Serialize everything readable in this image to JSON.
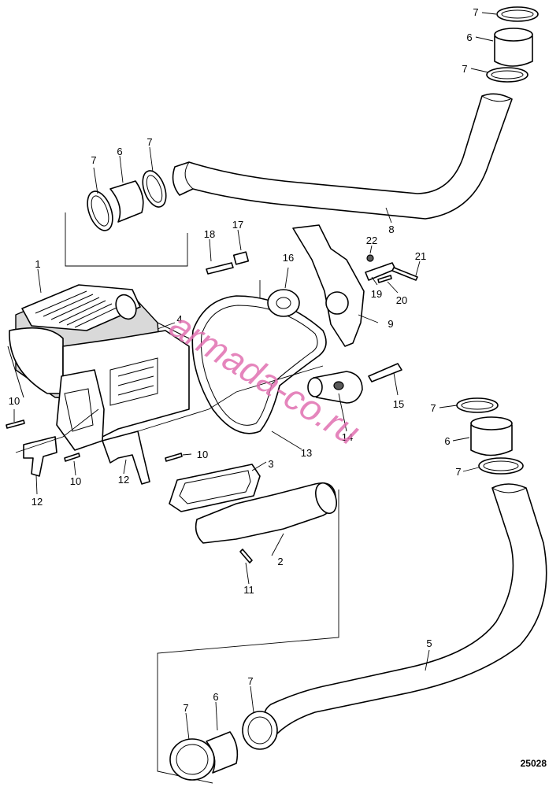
{
  "drawing_number": "25028",
  "watermark": {
    "text": "armada-co.ru",
    "color": "#e070b0"
  },
  "callouts": {
    "n1": "1",
    "n2": "2",
    "n3": "3",
    "n4": "4",
    "n5": "5",
    "n6a": "6",
    "n6b": "6",
    "n6c": "6",
    "n6d": "6",
    "n7a": "7",
    "n7b": "7",
    "n7c": "7",
    "n7d": "7",
    "n7e": "7",
    "n7f": "7",
    "n7g": "7",
    "n7h": "7",
    "n8": "8",
    "n9": "9",
    "n10a": "10",
    "n10b": "10",
    "n10c": "10",
    "n11": "11",
    "n12a": "12",
    "n12b": "12",
    "n13": "13",
    "n14": "14",
    "n15": "15",
    "n16": "16",
    "n17": "17",
    "n18": "18",
    "n19": "19",
    "n20": "20",
    "n21": "21",
    "n22": "22"
  }
}
